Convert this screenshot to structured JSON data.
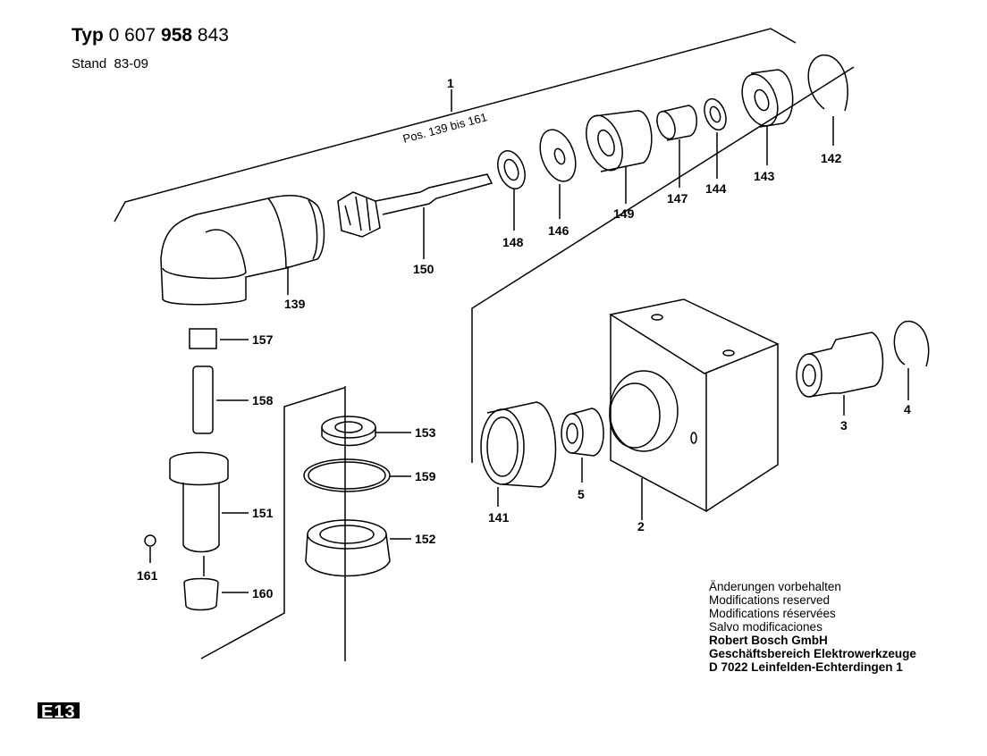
{
  "header": {
    "typ_label": "Typ",
    "typ_num_a": "0 607",
    "typ_num_b": "958",
    "typ_num_c": "843",
    "stand_label": "Stand",
    "stand_value": "83-09"
  },
  "bracket_note": "Pos. 139 bis 161",
  "parts": {
    "p1": "1",
    "p2": "2",
    "p3": "3",
    "p4": "4",
    "p5": "5",
    "p139": "139",
    "p141": "141",
    "p142": "142",
    "p143": "143",
    "p144": "144",
    "p146": "146",
    "p147": "147",
    "p148": "148",
    "p149": "149",
    "p150": "150",
    "p151": "151",
    "p152": "152",
    "p153": "153",
    "p157": "157",
    "p158": "158",
    "p159": "159",
    "p160": "160",
    "p161": "161"
  },
  "notes": {
    "line1": "Änderungen vorbehalten",
    "line2": "Modifications reserved",
    "line3": "Modifications réservées",
    "line4": "Salvo modificaciones",
    "line5": "Robert Bosch GmbH",
    "line6": "Geschäftsbereich Elektrowerkzeuge",
    "line7": "D 7022 Leinfelden-Echterdingen 1"
  },
  "page_badge": "E13"
}
